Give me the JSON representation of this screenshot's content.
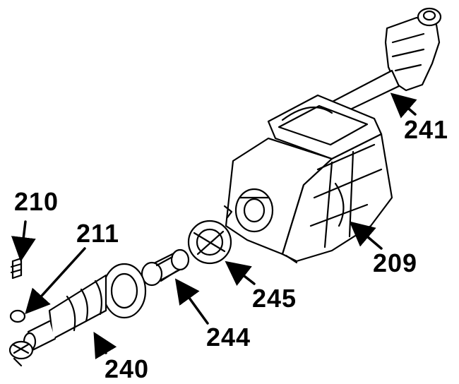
{
  "callouts": {
    "c241": "241",
    "c209": "209",
    "c245": "245",
    "c244": "244",
    "c240": "240",
    "c211": "211",
    "c210": "210"
  },
  "colors": {
    "ink": "#000000",
    "paper": "#ffffff"
  }
}
